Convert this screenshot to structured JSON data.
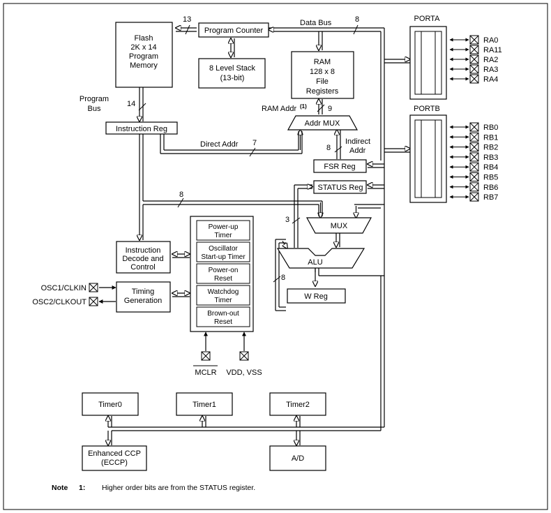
{
  "blocks": {
    "flash": [
      "Flash",
      "2K x 14",
      "Program",
      "Memory"
    ],
    "program_counter": "Program Counter",
    "stack": [
      "8 Level Stack",
      "(13-bit)"
    ],
    "ram": [
      "RAM",
      "128 x 8",
      "File",
      "Registers"
    ],
    "addr_mux": "Addr MUX",
    "instruction_reg": "Instruction Reg",
    "fsr_reg": "FSR Reg",
    "status_reg": "STATUS Reg",
    "mux": "MUX",
    "alu": "ALU",
    "w_reg": "W Reg",
    "instruction_decode": [
      "Instruction",
      "Decode and",
      "Control"
    ],
    "timing_generation": [
      "Timing",
      "Generation"
    ],
    "supervisor": [
      [
        "Power-up",
        "Timer"
      ],
      [
        "Oscillator",
        "Start-up Timer"
      ],
      [
        "Power-on",
        "Reset"
      ],
      [
        "Watchdog",
        "Timer"
      ],
      [
        "Brown-out",
        "Reset"
      ]
    ],
    "timer0": "Timer0",
    "timer1": "Timer1",
    "timer2": "Timer2",
    "eccp": [
      "Enhanced CCP",
      "(ECCP)"
    ],
    "ad": "A/D"
  },
  "ports": {
    "porta": {
      "title": "PORTA",
      "pins": [
        "RA0",
        "RA11",
        "RA2",
        "RA3",
        "RA4"
      ]
    },
    "portb": {
      "title": "PORTB",
      "pins": [
        "RB0",
        "RB1",
        "RB2",
        "RB3",
        "RB4",
        "RB5",
        "RB6",
        "RB7"
      ]
    }
  },
  "labels": {
    "data_bus": "Data Bus",
    "program_bus": [
      "Program",
      "Bus"
    ],
    "ram_addr": "RAM Addr",
    "ram_addr_sup": "(1)",
    "direct_addr": "Direct Addr",
    "indirect_addr": [
      "Indirect",
      "Addr"
    ],
    "bits": {
      "pc": "13",
      "data_bus": "8",
      "program_bus": "14",
      "ram_addr": "9",
      "direct_addr": "7",
      "indirect_addr": "8",
      "instr_bus": "8",
      "status_to_alu": "3",
      "w_bus": "8"
    }
  },
  "pins": {
    "osc1": "OSC1/CLKIN",
    "osc2": "OSC2/CLKOUT",
    "mclr": "MCLR",
    "vdd_vss": "VDD, VSS"
  },
  "note": {
    "label": "Note",
    "number": "1:",
    "text": "Higher order bits are from the STATUS register."
  }
}
